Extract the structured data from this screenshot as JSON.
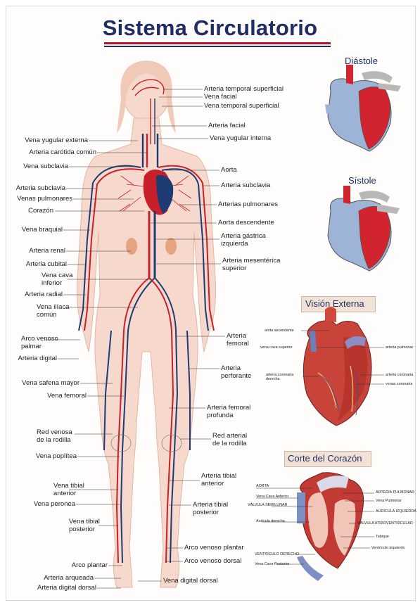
{
  "title": "Sistema Circulatorio",
  "sections": {
    "diastole": "Diástole",
    "sistole": "Sístole",
    "vision": "Visión Externa",
    "corte": "Corte del Corazón"
  },
  "body_labels_left": [
    "Vena yugular externa",
    "Arteria carótida común",
    "Vena subclavia",
    "Arteria subclavia",
    "Venas pulmonares",
    "Corazón",
    "Vena braquial",
    "Arteria renal",
    "Arteria cubital",
    "Vena cava\ninferior",
    "Arteria radial",
    "Vena ilíaca\ncomún",
    "Arco venoso\npalmar",
    "Arteria digital",
    "Vena safena mayor",
    "Vena femoral",
    "Red venosa\nde la rodilla",
    "Vena poplítea",
    "Vena tibial\nanterior",
    "Vena peronea",
    "Vena tibial\nposterior",
    "Arco plantar",
    "Arteria arqueada",
    "Arteria digital dorsal"
  ],
  "body_labels_right": [
    "Arteria temporal superficial",
    "Vena facial",
    "Vena temporal superficial",
    "Arteria facial",
    "Vena yugular interna",
    "Aorta",
    "Arteria subclavia",
    "Arterias pulmonares",
    "Aorta descendente",
    "Arteria gástrica\nizquierda",
    "Arteria mesentérica\nsuperior",
    "Arteria\nfemoral",
    "Arteria\nperforante",
    "Arteria femoral\nprofunda",
    "Red arterial\nde la rodilla",
    "Arteria tibial\nanterior",
    "Arteria tibial\nposterior",
    "Arco venoso plantar",
    "Arco venoso dorsal",
    "Vena digital dorsal"
  ],
  "external_labels": [
    "aorta ascendente",
    "vena cava superior",
    "arteria pulmonar",
    "arteria coronaria\nderecha",
    "arteria coronaria",
    "venas coronaria"
  ],
  "section_labels": [
    "AORTA",
    "Vena Cava Anterior",
    "VÁLVULA SEMILUNAR",
    "Aurícula derecha",
    "VENTRÍCULO DERECHO",
    "Vena Cava Posterior",
    "ARTERIA PULMONAR",
    "Vena Pulmonar",
    "AURÍCULA IZQUIERDA",
    "VÁLVULA ATRIOVENTRICULAR",
    "Tabique",
    "Ventrículo izquierdo"
  ],
  "colors": {
    "artery": "#c8202a",
    "vein": "#1f3b73",
    "skin": "#f6d9cc",
    "title": "#1f2e63",
    "rule_red": "#b7142b"
  }
}
